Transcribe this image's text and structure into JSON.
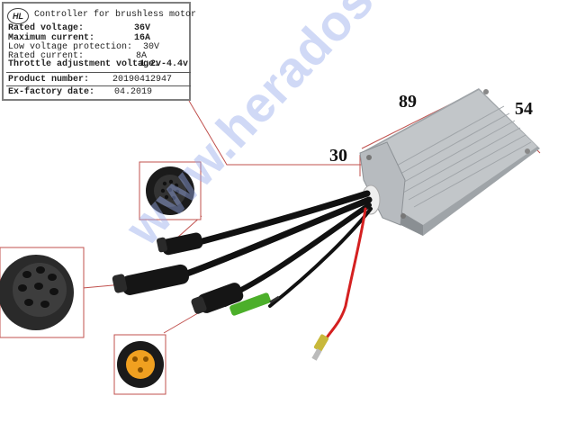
{
  "label": {
    "logo": "HL",
    "title": "Controller for brushless motor",
    "specs": [
      {
        "key": "Rated voltage:",
        "value": "36V",
        "bold": true
      },
      {
        "key": "Maximum current:",
        "value": "16A",
        "bold": true
      },
      {
        "key": "Low voltage protection:",
        "value": "30V",
        "bold": false
      },
      {
        "key": "Rated current:",
        "value": "8A",
        "bold": false
      },
      {
        "key": "Throttle adjustment voltage:",
        "value": "1.2v-4.4v",
        "bold": true
      }
    ],
    "product_number_label": "Product number:",
    "product_number": "20190412947",
    "date_label": "Ex-factory date:",
    "date": "04.2019"
  },
  "dimensions": {
    "length": "89",
    "width": "54",
    "height": "30"
  },
  "watermark": "www.heradost.lt",
  "colors": {
    "housing": "#b4b8bc",
    "housing_dark": "#8d9296",
    "cable": "#111111",
    "red_wire": "#d42020",
    "green_tag": "#4caf2a",
    "orange_pins": "#f0a020",
    "leader_line": "#c0504d"
  }
}
